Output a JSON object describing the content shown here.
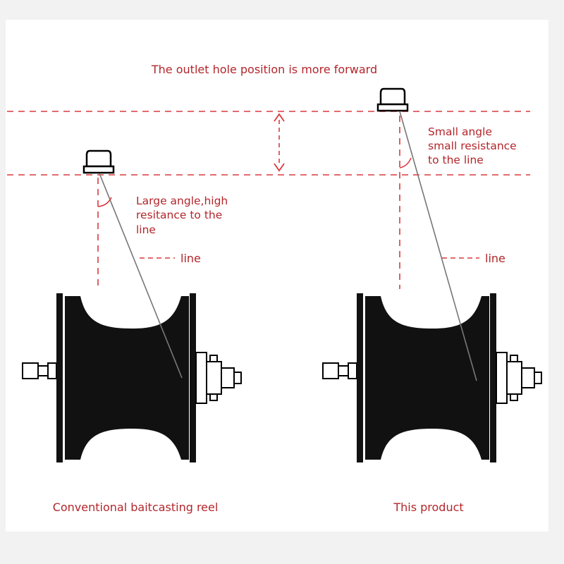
{
  "header_note": "The outlet hole position is more forward",
  "left": {
    "caption": "Conventional baitcasting reel",
    "angle_label_lines": [
      "Large angle,high",
      "resitance to the",
      "line"
    ],
    "line_label": "line"
  },
  "right": {
    "caption": "This product",
    "angle_label_lines": [
      "Small angle",
      "small resistance",
      "to the line"
    ],
    "line_label": "line"
  },
  "colors": {
    "accent": "#b3262b",
    "spool": "#111111",
    "background": "#f2f2f2",
    "panel": "#ffffff"
  }
}
